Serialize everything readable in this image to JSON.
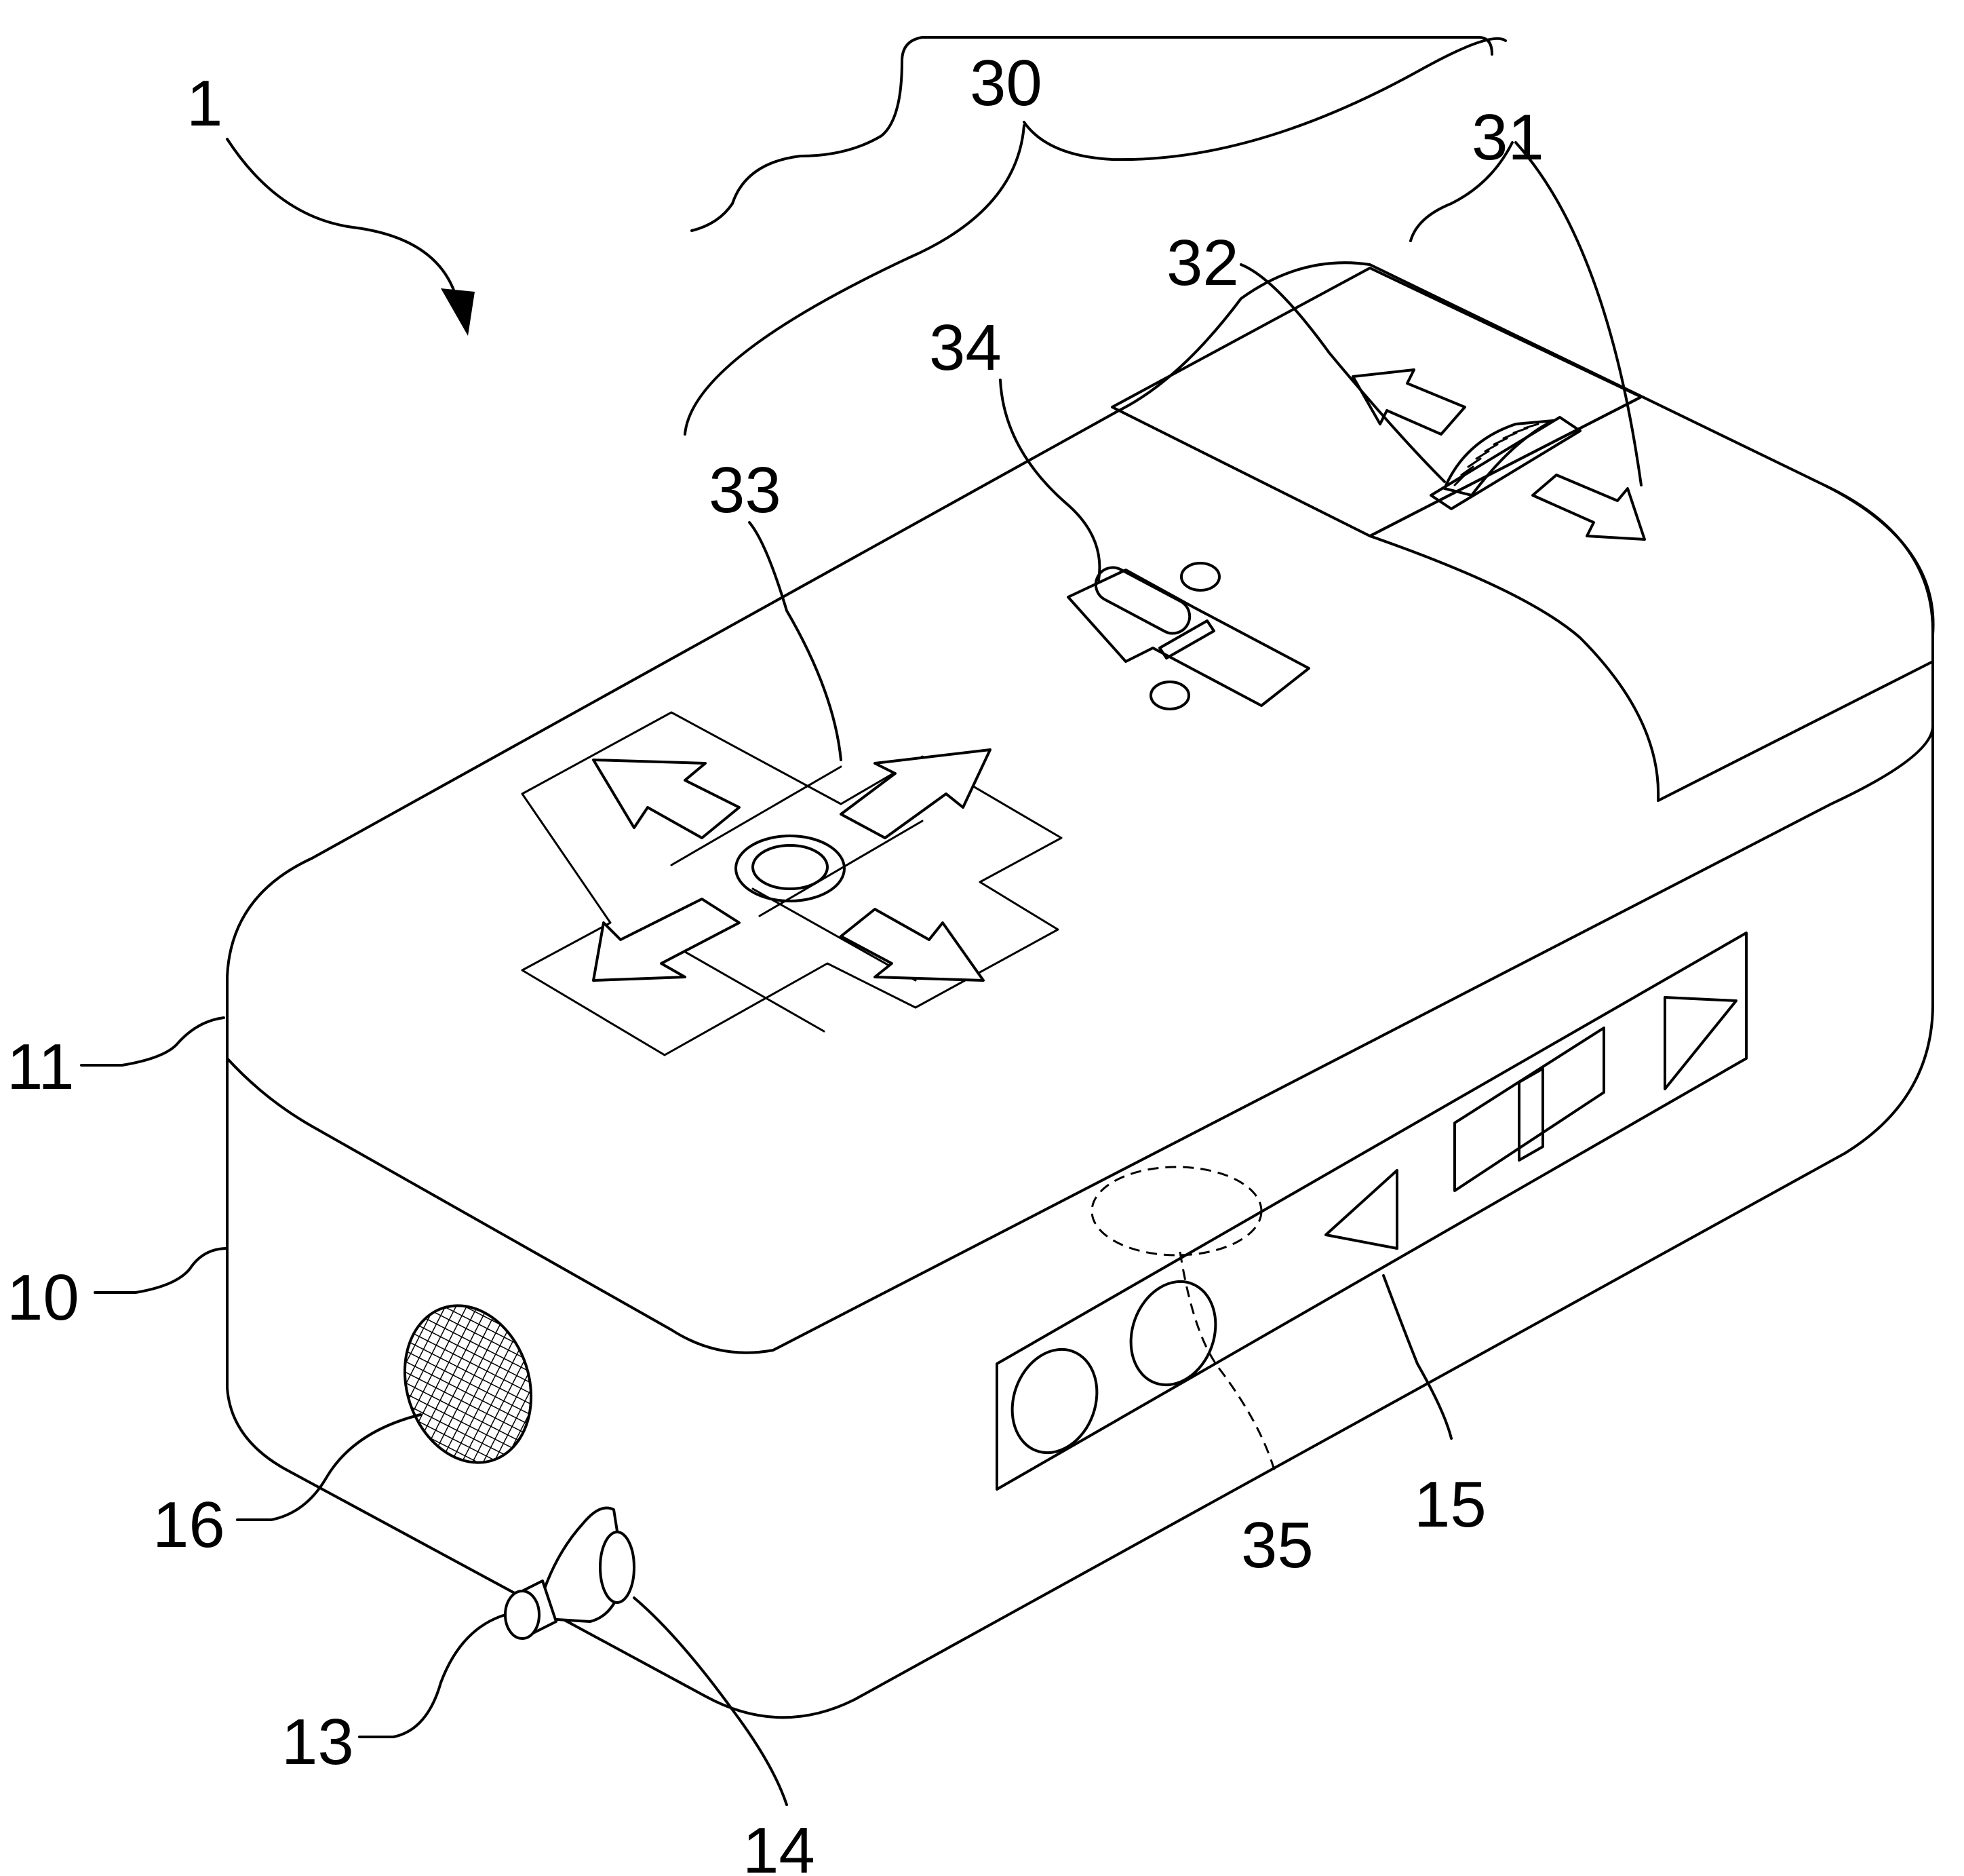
{
  "figure": {
    "labels": {
      "l1": "1",
      "l10": "10",
      "l11": "11",
      "l13": "13",
      "l14": "14",
      "l15": "15",
      "l16": "16",
      "l30": "30",
      "l31": "31",
      "l32": "32",
      "l33": "33",
      "l34": "34",
      "l35": "35"
    }
  }
}
